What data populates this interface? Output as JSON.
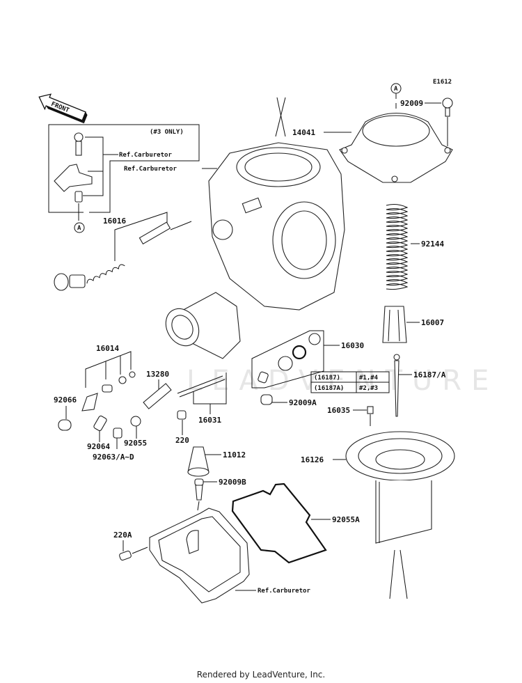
{
  "diagram": {
    "code": "E1612",
    "front_label": "FRONT",
    "note_box": "(#3 ONLY)",
    "ref_label": "Ref.Carburetor",
    "callout_a": "A",
    "watermark": "LEADVENTURE",
    "parts": {
      "p14041": "14041",
      "p92009": "92009",
      "p92144": "92144",
      "p16007": "16007",
      "p16016": "16016",
      "p16014": "16014",
      "p92066": "92066",
      "p13280": "13280",
      "p92064": "92064",
      "p92055": "92055",
      "p92063": "92063/A~D",
      "p220": "220",
      "p16031": "16031",
      "p16030": "16030",
      "p92009A": "92009A",
      "p16187": "16187/A",
      "p16035": "16035",
      "p16126": "16126",
      "p11012": "11012",
      "p92009B": "92009B",
      "p220A": "220A",
      "p92055A": "92055A"
    },
    "variant_table": {
      "rows": [
        {
          "part": "(16187)",
          "cyl": "#1,#4"
        },
        {
          "part": "(16187A)",
          "cyl": "#2,#3"
        }
      ]
    }
  },
  "footer": "Rendered by LeadVenture, Inc."
}
